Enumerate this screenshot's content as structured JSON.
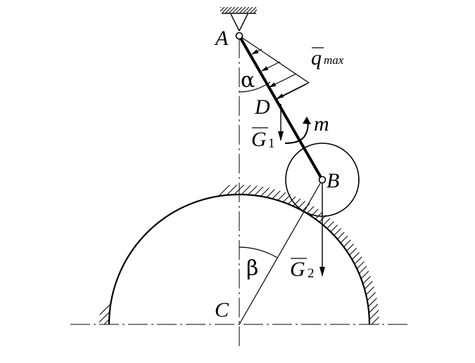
{
  "labels": {
    "A": "A",
    "B": "B",
    "C": "C",
    "D": "D",
    "alpha": "α",
    "beta": "β",
    "m": "m",
    "q": "q",
    "q_sub": "max",
    "G1": "G",
    "G1_sub": "1",
    "G2": "G",
    "G2_sub": "2"
  },
  "colors": {
    "ink": "#000000",
    "background": "#ffffff"
  },
  "icons": [
    "fixed-support-icon",
    "pin-joint-icon",
    "hatching-pattern"
  ]
}
